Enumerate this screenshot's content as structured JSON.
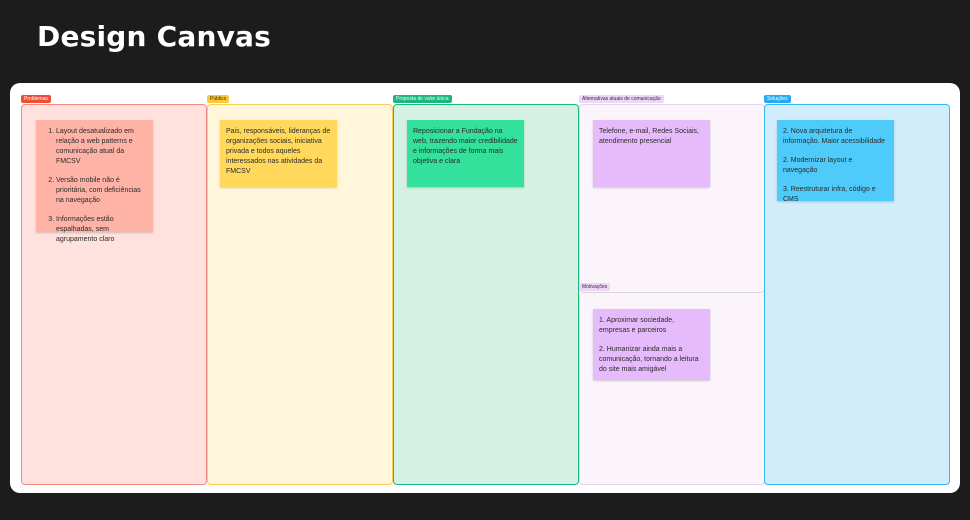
{
  "header": {
    "title": "Design Canvas"
  },
  "columns": {
    "problemas": {
      "tag": "Problemas",
      "items": [
        "Layout desatualizado em relação a web patterns e comunicação atual da FMCSV",
        "Versão mobile não é prioritária, com deficiências na navegação",
        "Informações estão espalhadas, sem agrupamento claro"
      ]
    },
    "publico": {
      "tag": "Público",
      "note": "Pais, responsáveis, lideranças de organizações sociais, iniciativa privada e todos aqueles interessados nas atividades da FMCSV"
    },
    "proposta": {
      "tag": "Proposta de valor única",
      "note": "Reposicionar a Fundação na web, trazendo maior credibilidade e informações de forma mais objetiva e clara"
    },
    "alternativas": {
      "tag": "Alternativas atuais de comunicação",
      "note": "Telefone, e-mail, Redes Sociais, atendimento presencial"
    },
    "motivacoes": {
      "tag": "Motivações",
      "items": [
        "1. Aproximar sociedade, empresas e parceiros",
        "2. Humanizar ainda mais a comunicação, tornando a leitura do site mais amigável"
      ]
    },
    "solucoes": {
      "tag": "Soluções",
      "items": [
        "2. Nova arquitetura de informação. Maior acessibilidade",
        "2. Modernizar layout e navegação",
        "3. Reestruturar infra, código e CMS"
      ]
    }
  },
  "colors": {
    "background": "#1c1c1c",
    "problemas": "#ef4d35",
    "publico": "#f9c93b",
    "proposta": "#1cb67f",
    "alternativas": "#e6bbfb",
    "solucoes": "#27aaf0"
  }
}
